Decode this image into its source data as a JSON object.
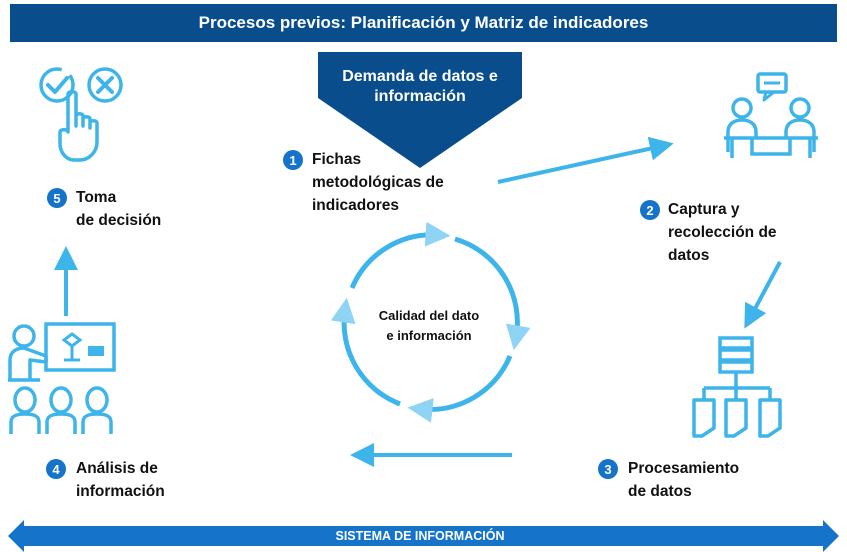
{
  "header": {
    "title": "Procesos previos: Planificación y Matriz de indicadores"
  },
  "demand": {
    "text_line1": "Demanda de datos e",
    "text_line2": "información"
  },
  "steps": [
    {
      "number": "1",
      "line1": "Fichas",
      "line2": "metodológicas de",
      "line3": "indicadores"
    },
    {
      "number": "2",
      "line1": "Captura y",
      "line2": "recolección de",
      "line3": "datos"
    },
    {
      "number": "3",
      "line1": "Procesamiento",
      "line2": "de datos"
    },
    {
      "number": "4",
      "line1": "Análisis de",
      "line2": "información"
    },
    {
      "number": "5",
      "line1": "Toma",
      "line2": "de decisión"
    }
  ],
  "cycle": {
    "line1": "Calidad del dato",
    "line2": "e información"
  },
  "footer": {
    "text": "SISTEMA DE INFORMACIÓN"
  },
  "colors": {
    "header_bg": "#0a4d8c",
    "accent_blue": "#1574c9",
    "light_blue": "#3db4ea",
    "cycle_light": "#8fd4f5"
  },
  "icons": [
    "check-circle-icon",
    "x-circle-icon",
    "pointing-hand-icon",
    "meeting-icon",
    "database-hierarchy-icon",
    "presentation-audience-icon"
  ]
}
